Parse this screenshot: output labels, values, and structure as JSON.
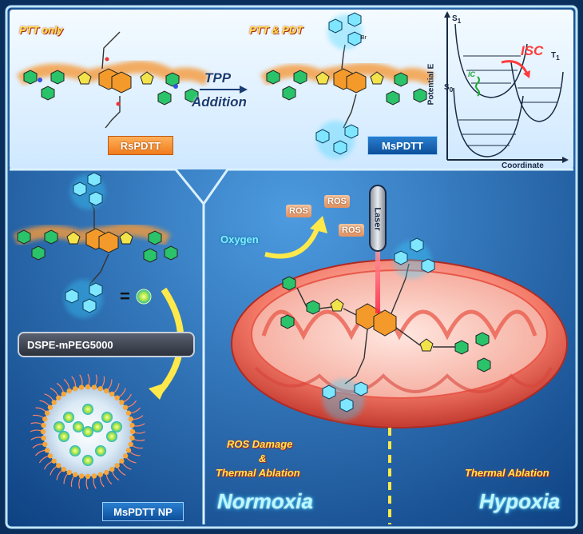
{
  "top": {
    "label_ptt_only": "PTT only",
    "label_ptt_pdt": "PTT & PDT",
    "arrow_line1": "TPP",
    "arrow_line2": "Addition",
    "box_rspdtt": "RsPDTT",
    "box_mspdtt": "MsPDTT",
    "br": "Br"
  },
  "energy_diagram": {
    "s1": "S",
    "s1_sub": "1",
    "s0": "S",
    "s0_sub": "0",
    "t1": "T",
    "t1_sub": "1",
    "isc": "ISC",
    "ic": "IC",
    "ylabel": "Potential E",
    "xlabel": "Coordinate"
  },
  "left": {
    "equals": "=",
    "dspe": "DSPE-mPEG5000",
    "np": "MsPDTT NP"
  },
  "right": {
    "laser": "Laser",
    "ros1": "ROS",
    "ros2": "ROS",
    "ros3": "ROS",
    "oxygen": "Oxygen",
    "ros_damage_1": "ROS Damage",
    "ros_damage_2": "&",
    "ros_damage_3": "Thermal Ablation",
    "thermal_ablation": "Thermal Ablation",
    "normoxia": "Normoxia",
    "hypoxia": "Hypoxia"
  },
  "colors": {
    "frame": "#bfe6ff",
    "orange_glow": "#f59a3a",
    "blue_glow": "#38d3ff",
    "mito": "#e8584a"
  }
}
